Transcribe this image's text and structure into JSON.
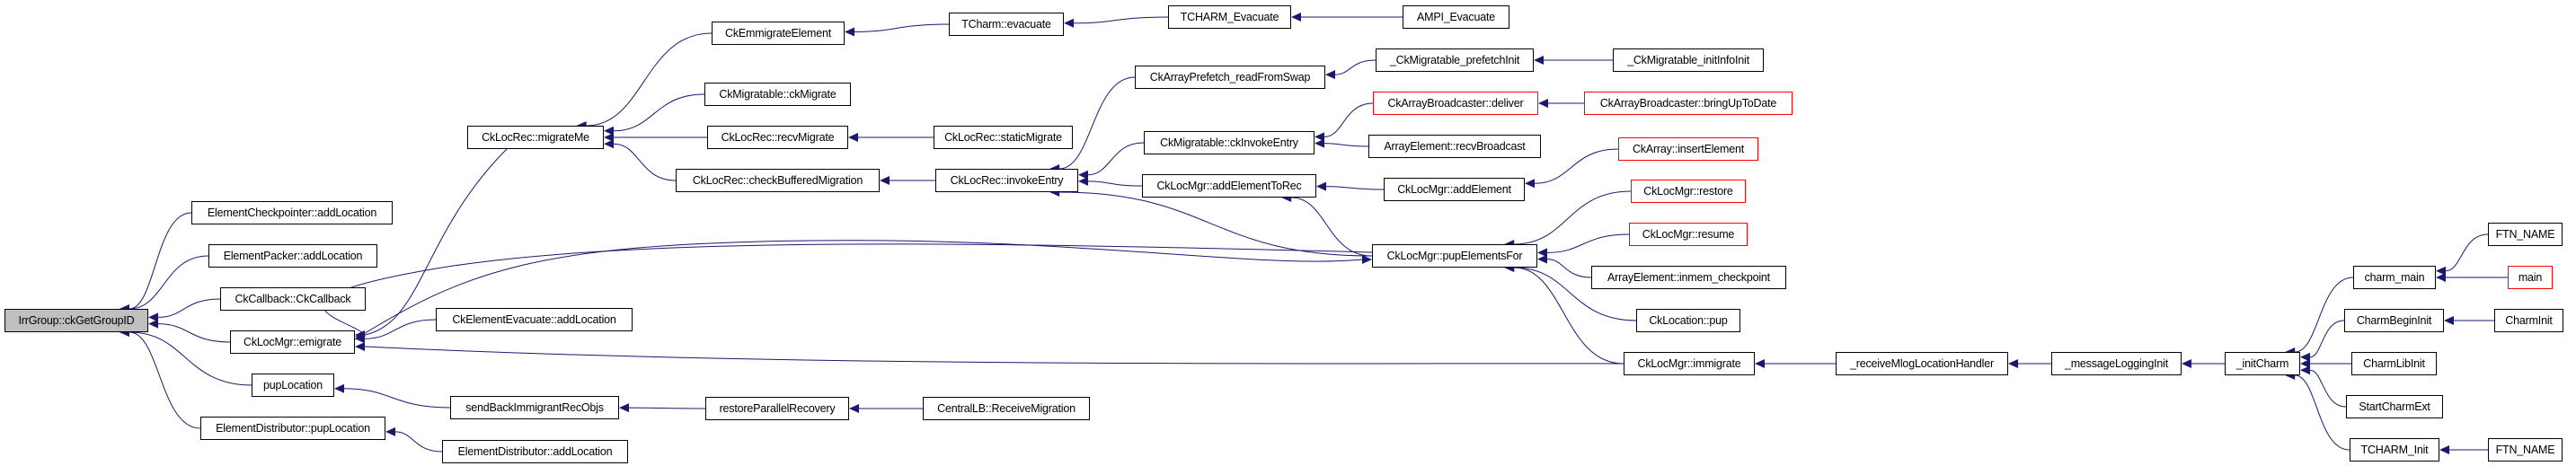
{
  "graph": {
    "title": "Caller graph of IrrGroup::ckGetGroupID",
    "edge_color": "#191970",
    "root_fill": "#bfbfbf",
    "truncated_border": "#ff0000",
    "nodes": [
      {
        "id": "root",
        "label": "IrrGroup::ckGetGroupID",
        "type": "root"
      },
      {
        "id": "ecp_add",
        "label": "ElementCheckpointer::addLocation"
      },
      {
        "id": "ep_add",
        "label": "ElementPacker::addLocation"
      },
      {
        "id": "cb",
        "label": "CkCallback::CkCallback"
      },
      {
        "id": "emig",
        "label": "CkLocMgr::emigrate"
      },
      {
        "id": "puploc",
        "label": "pupLocation"
      },
      {
        "id": "ed_pup",
        "label": "ElementDistributor::pupLocation"
      },
      {
        "id": "migrateme",
        "label": "CkLocRec::migrateMe"
      },
      {
        "id": "evac_add",
        "label": "CkElementEvacuate::addLocation"
      },
      {
        "id": "sendback",
        "label": "sendBackImmigrantRecObjs"
      },
      {
        "id": "ed_add",
        "label": "ElementDistributor::addLocation"
      },
      {
        "id": "emmig",
        "label": "CkEmmigrateElement"
      },
      {
        "id": "ckmigrate",
        "label": "CkMigratable::ckMigrate"
      },
      {
        "id": "recvmig",
        "label": "CkLocRec::recvMigrate"
      },
      {
        "id": "checkbuf",
        "label": "CkLocRec::checkBufferedMigration"
      },
      {
        "id": "restorepar",
        "label": "restoreParallelRecovery"
      },
      {
        "id": "tc_evac",
        "label": "TCharm::evacuate"
      },
      {
        "id": "staticmig",
        "label": "CkLocRec::staticMigrate"
      },
      {
        "id": "invoke",
        "label": "CkLocRec::invokeEntry"
      },
      {
        "id": "centrallb",
        "label": "CentralLB::ReceiveMigration"
      },
      {
        "id": "tcharm_evac",
        "label": "TCHARM_Evacuate"
      },
      {
        "id": "prefetch",
        "label": "CkArrayPrefetch_readFromSwap"
      },
      {
        "id": "ckinvoke",
        "label": "CkMigratable::ckInvokeEntry"
      },
      {
        "id": "addtorec",
        "label": "CkLocMgr::addElementToRec"
      },
      {
        "id": "pupelem",
        "label": "CkLocMgr::pupElementsFor"
      },
      {
        "id": "immig",
        "label": "CkLocMgr::immigrate"
      },
      {
        "id": "ampi_evac",
        "label": "AMPI_Evacuate"
      },
      {
        "id": "prefinit",
        "label": "_CkMigratable_prefetchInit"
      },
      {
        "id": "deliver",
        "label": "CkArrayBroadcaster::deliver",
        "type": "truncated"
      },
      {
        "id": "recvbcast",
        "label": "ArrayElement::recvBroadcast"
      },
      {
        "id": "addelem",
        "label": "CkLocMgr::addElement"
      },
      {
        "id": "initinfo",
        "label": "_CkMigratable_initInfoInit"
      },
      {
        "id": "bringup",
        "label": "CkArrayBroadcaster::bringUpToDate",
        "type": "truncated"
      },
      {
        "id": "insert",
        "label": "CkArray::insertElement",
        "type": "truncated"
      },
      {
        "id": "restore",
        "label": "CkLocMgr::restore",
        "type": "truncated"
      },
      {
        "id": "resume",
        "label": "CkLocMgr::resume",
        "type": "truncated"
      },
      {
        "id": "inmem",
        "label": "ArrayElement::inmem_checkpoint"
      },
      {
        "id": "locpup",
        "label": "CkLocation::pup"
      },
      {
        "id": "mloghandler",
        "label": "_receiveMlogLocationHandler"
      },
      {
        "id": "msglog",
        "label": "_messageLoggingInit"
      },
      {
        "id": "initcharm",
        "label": "_initCharm"
      },
      {
        "id": "charmmain",
        "label": "charm_main"
      },
      {
        "id": "beginit",
        "label": "CharmBeginInit"
      },
      {
        "id": "libinit",
        "label": "CharmLibInit"
      },
      {
        "id": "startext",
        "label": "StartCharmExt"
      },
      {
        "id": "tcinit",
        "label": "TCHARM_Init"
      },
      {
        "id": "ftn1",
        "label": "FTN_NAME"
      },
      {
        "id": "main",
        "label": "main",
        "type": "truncated"
      },
      {
        "id": "charminit",
        "label": "CharmInit"
      },
      {
        "id": "ftn2",
        "label": "FTN_NAME"
      }
    ],
    "edges": [
      {
        "caller": "ecp_add",
        "callee": "root"
      },
      {
        "caller": "ep_add",
        "callee": "root"
      },
      {
        "caller": "cb",
        "callee": "root"
      },
      {
        "caller": "emig",
        "callee": "root"
      },
      {
        "caller": "puploc",
        "callee": "root"
      },
      {
        "caller": "ed_pup",
        "callee": "root"
      },
      {
        "caller": "migrateme",
        "callee": "emig"
      },
      {
        "caller": "evac_add",
        "callee": "emig"
      },
      {
        "caller": "pupelem",
        "callee": "emig"
      },
      {
        "caller": "immig",
        "callee": "emig"
      },
      {
        "caller": "sendback",
        "callee": "puploc"
      },
      {
        "caller": "ed_add",
        "callee": "ed_pup"
      },
      {
        "caller": "emmig",
        "callee": "migrateme"
      },
      {
        "caller": "ckmigrate",
        "callee": "migrateme"
      },
      {
        "caller": "recvmig",
        "callee": "migrateme"
      },
      {
        "caller": "checkbuf",
        "callee": "migrateme"
      },
      {
        "caller": "restorepar",
        "callee": "sendback"
      },
      {
        "caller": "tc_evac",
        "callee": "emmig"
      },
      {
        "caller": "staticmig",
        "callee": "recvmig"
      },
      {
        "caller": "invoke",
        "callee": "checkbuf"
      },
      {
        "caller": "centrallb",
        "callee": "restorepar"
      },
      {
        "caller": "tcharm_evac",
        "callee": "tc_evac"
      },
      {
        "caller": "prefetch",
        "callee": "invoke"
      },
      {
        "caller": "ckinvoke",
        "callee": "invoke"
      },
      {
        "caller": "addtorec",
        "callee": "invoke"
      },
      {
        "caller": "pupelem",
        "callee": "invoke"
      },
      {
        "caller": "ampi_evac",
        "callee": "tcharm_evac"
      },
      {
        "caller": "prefinit",
        "callee": "prefetch"
      },
      {
        "caller": "deliver",
        "callee": "ckinvoke"
      },
      {
        "caller": "recvbcast",
        "callee": "ckinvoke"
      },
      {
        "caller": "addelem",
        "callee": "addtorec"
      },
      {
        "caller": "pupelem",
        "callee": "addtorec"
      },
      {
        "caller": "emig",
        "callee": "pupelem"
      },
      {
        "caller": "immig",
        "callee": "pupelem"
      },
      {
        "caller": "initinfo",
        "callee": "prefinit"
      },
      {
        "caller": "bringup",
        "callee": "deliver"
      },
      {
        "caller": "insert",
        "callee": "addelem"
      },
      {
        "caller": "restore",
        "callee": "pupelem"
      },
      {
        "caller": "resume",
        "callee": "pupelem"
      },
      {
        "caller": "inmem",
        "callee": "pupelem"
      },
      {
        "caller": "locpup",
        "callee": "pupelem"
      },
      {
        "caller": "mloghandler",
        "callee": "immig"
      },
      {
        "caller": "msglog",
        "callee": "mloghandler"
      },
      {
        "caller": "initcharm",
        "callee": "msglog"
      },
      {
        "caller": "charmmain",
        "callee": "initcharm"
      },
      {
        "caller": "beginit",
        "callee": "initcharm"
      },
      {
        "caller": "libinit",
        "callee": "initcharm"
      },
      {
        "caller": "startext",
        "callee": "initcharm"
      },
      {
        "caller": "tcinit",
        "callee": "initcharm"
      },
      {
        "caller": "ftn1",
        "callee": "charmmain"
      },
      {
        "caller": "main",
        "callee": "charmmain"
      },
      {
        "caller": "charminit",
        "callee": "beginit"
      },
      {
        "caller": "ftn2",
        "callee": "tcinit"
      }
    ]
  }
}
